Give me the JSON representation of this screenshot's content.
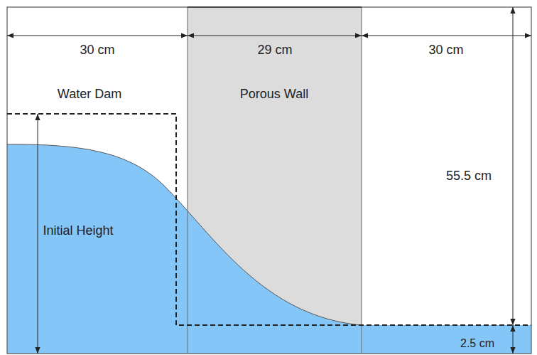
{
  "diagram": {
    "nodes": [
      {
        "text": [
          "Porous Wall"
        ]
      }
    ],
    "labels": [
      "30 cm",
      "29 cm",
      "30 cm",
      "Water Dam",
      "Initial Height",
      "55.5 cm",
      "2.5 cm"
    ]
  }
}
